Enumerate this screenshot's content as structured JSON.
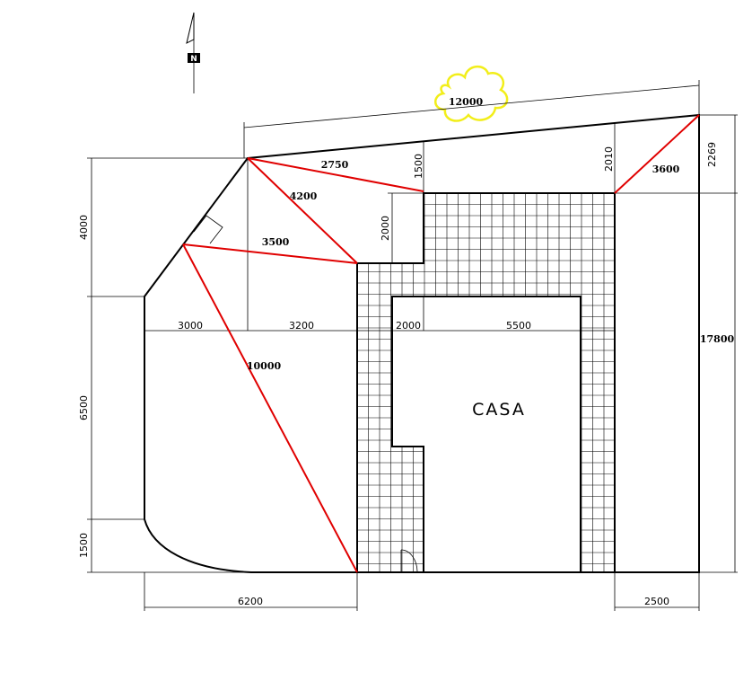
{
  "building_label": "CASA",
  "north_label": "N",
  "colors": {
    "red_line": "#e00000",
    "highlight": "#f2ee1a",
    "line": "#000000"
  },
  "dimensions": {
    "d12000": "12000",
    "d4000": "4000",
    "d6500": "6500",
    "d1500_left": "1500",
    "d3000": "3000",
    "d3200": "3200",
    "d2000_bottom": "2000",
    "d5500": "5500",
    "d6200": "6200",
    "d2500": "2500",
    "d1500_top": "1500",
    "d2000_vert": "2000",
    "d2010": "2010",
    "d2269": "2269",
    "d17800": "17800"
  },
  "red_measures": {
    "r2750": "2750",
    "r4200": "4200",
    "r3500": "3500",
    "r10000": "10000",
    "r3600": "3600"
  }
}
